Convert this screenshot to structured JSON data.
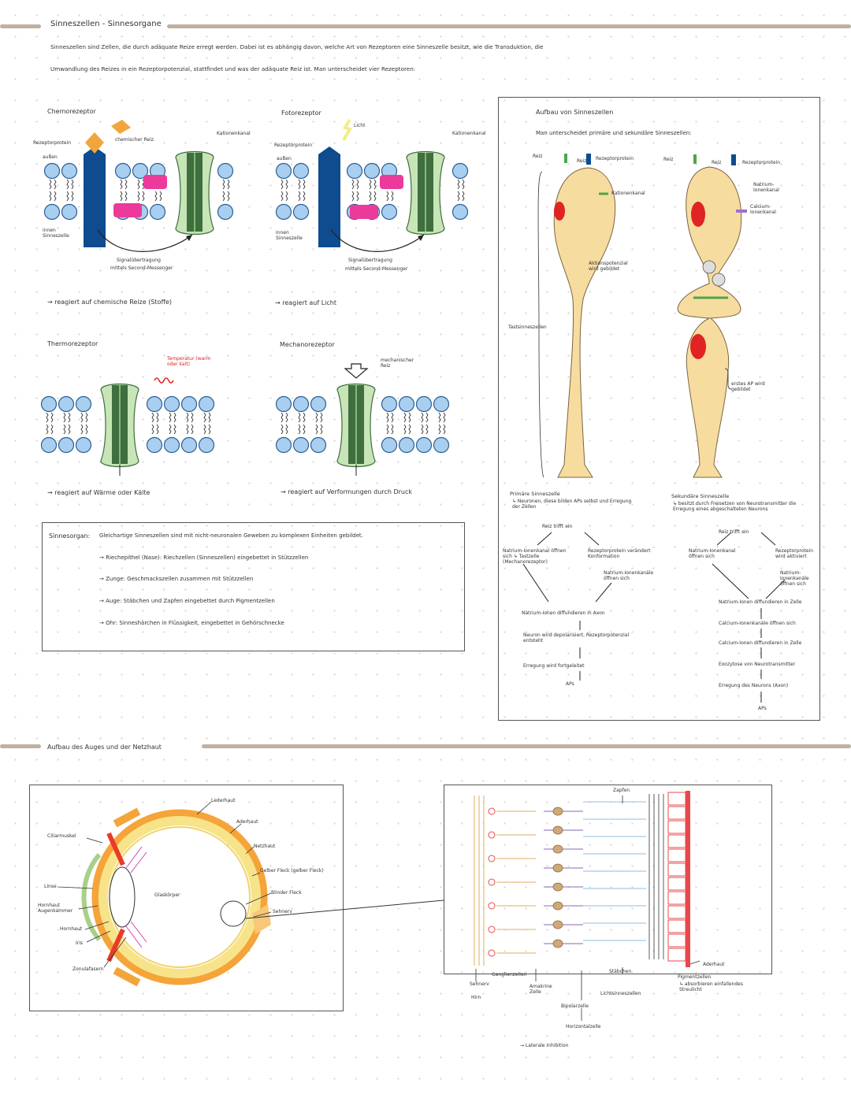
{
  "header": {
    "title": "Sinneszellen - Sinnesorgane",
    "intro_line1": "Sinneszellen sind Zellen, die durch adäquate Reize erregt werden. Dabei ist es abhängig davon, welche Art von Rezeptoren eine Sinneszelle besitzt, wie die Transduktion, die",
    "intro_line2": "Umwandlung des Reizes in ein Rezeptorpotenzial, stattfindet und was der adäquate Reiz ist. Man unterscheidet vier Rezeptoren:"
  },
  "receptors": {
    "chemo": {
      "title": "Chemorezeptor",
      "rezeptorprotein": "Rezeptorprotein",
      "aussen": "außen",
      "chemischer_reiz": "chemischer Reiz",
      "kationenkanal": "Kationenkanal",
      "innen": "innen Sinneszelle",
      "signal1": "Signalübertragung",
      "signal2": "mittels Second-Messenger",
      "note": "→ reagiert auf chemische Reize (Stoffe)"
    },
    "photo": {
      "title": "Fotorezeptor",
      "licht": "Licht",
      "rezeptorprotein": "Rezeptorprotein",
      "aussen": "außen",
      "kationenkanal": "Kationenkanal",
      "innen": "innen Sinneszelle",
      "signal1": "Signalübertragung",
      "signal2": "mittels Second-Messenger",
      "note": "→ reagiert auf Licht"
    },
    "thermo": {
      "title": "Thermorezeptor",
      "temp": "Temperatur (warm oder kalt)",
      "note": "→ reagiert auf Wärme oder Kälte"
    },
    "mechano": {
      "title": "Mechanorezeptor",
      "reiz": "mechanischer Reiz",
      "note": "→ reagiert auf Verformungen durch Druck"
    }
  },
  "sinnesorgan_box": {
    "label": "Sinnesorgan:",
    "definition": "Gleichartige Sinneszellen sind mit nicht-neuronalen Geweben zu komplexen Einheiten gebildet.",
    "items": [
      "→ Riechepithel (Nase): Riechzellen (Sinneszellen) eingebettet in Stützzellen",
      "→ Zunge: Geschmackszellen zusammen mit Stützzellen",
      "→ Auge: Stäbchen und Zapfen eingebettet durch Pigmentzellen",
      "→ Ohr: Sinneshärchen in Flüssigkeit, eingebettet in Gehörschnecke"
    ]
  },
  "sinneszellen_panel": {
    "title": "Aufbau von Sinneszellen",
    "subtitle": "Man unterscheidet primäre und sekundäre Sinneszellen:",
    "reiz_left": "Reiz",
    "adr_left": "Reiz",
    "rezeptorprotein_left": "Rezeptorprotein",
    "kationenkanal": "Kationenkanal",
    "aktionspotenzial": "Aktionspotenzial wird gebildet",
    "tastzelle": "Tastsinneszellen",
    "reiz_right": "Reiz",
    "rez_right": "Reiz",
    "rezeptorprotein_right": "Rezeptorprotein",
    "natrium_right": "Natrium-Ionenkanal",
    "calcium_right": "Calcium-Ionenkanal",
    "erstes_ap": "erstes AP wird gebildet",
    "primaer": {
      "title": "Primäre Sinneszelle",
      "desc": "↳ Neuronen, diese bilden APs selbst und Erregung der Zellen",
      "reiz": "Reiz trifft ein",
      "left": "Natrium-Ionenkanal öffnen sich ↳ Tastzelle (Mechanorezeptor)",
      "right": "Rezeptorprotein verändert Konformation",
      "right2": "Natrium-Ionenkanäle öffnen sich",
      "step1": "Natrium-Ionen diffundieren in Axon",
      "step2": "Neuron wird depolarisiert, Rezeptorpotenzial entsteht",
      "step3": "Erregung wird fortgeleitet",
      "step4": "APs"
    },
    "sekundaer": {
      "title": "Sekundäre Sinneszelle",
      "desc": "↳ besitzt durch Freisetzen von Neurotransmitter die Erregung eines abgeschalteten Neurons",
      "reiz": "Reiz trifft ein",
      "left": "Natrium-Ionenkanal öffnen sich",
      "right": "Rezeptorprotein wird aktiviert",
      "right2": "Natrium-Ionenkanäle öffnen sich",
      "step1": "Natrium-Ionen diffundieren in Zelle",
      "step2": "Calcium-Ionenkanäle öffnen sich",
      "step3": "Calcium-Ionen diffundieren in Zelle",
      "step4": "Exozytose von Neurotransmitter",
      "step5": "Erregung des Neurons (Axon)",
      "step6": "APs"
    }
  },
  "eye_section": {
    "title": "Aufbau des Auges und der Netzhaut",
    "labels": {
      "lederhaut": "Lederhaut",
      "aderhaut": "Aderhaut",
      "netzhaut": "Netzhaut",
      "gelber_fleck": "Gelber Fleck (gelber Fleck)",
      "blinder_fleck": "Blinder Fleck",
      "sehnerv": "Sehnerv",
      "glaskoerper": "Glaskörper",
      "ciliarmuskel": "Ciliarmuskel",
      "linse": "Linse",
      "hornhaut": "Hornhaut Augenkammer",
      "hornhaut2": "Hornhaut",
      "iris": "Iris",
      "zonulafasern": "Zonulafasern"
    }
  },
  "retina": {
    "zapfen": "Zapfen",
    "ganglienzellen": "Ganglienzellen",
    "sehnerv": "Sehnerv",
    "hirn": "Hirn",
    "amakrine": "Amakrine Zelle",
    "bipolarzelle": "Bipolarzelle",
    "horizontalzelle": "Horizontalzelle",
    "staebchen": "Stäbchen",
    "lichtsinneszellen": "Lichtsinneszellen",
    "aderhaut": "Aderhaut",
    "pigmentzellen": "Pigmentzellen",
    "pigment_desc": "↳ absorbieren einfallendes Streulicht",
    "laterale": "→ Laterale Inhibition",
    "colors": {
      "pigment": "#e8474b",
      "rods": "#a6cbe8",
      "bipolar": "#9a86c8",
      "ganglion": "#e8c995",
      "cell_body": "#d0a87a"
    }
  },
  "colors": {
    "rule": "#bfb0a0",
    "membrane_head": "#a9cff0",
    "receptor": "#0e4b8f",
    "channel_light": "#c7e5b6",
    "channel_dark": "#3f6e3f",
    "second_messenger": "#ec3a9b",
    "ligand": "#f3a53d",
    "cell": "#f7dca0",
    "nucleus": "#e02323"
  }
}
